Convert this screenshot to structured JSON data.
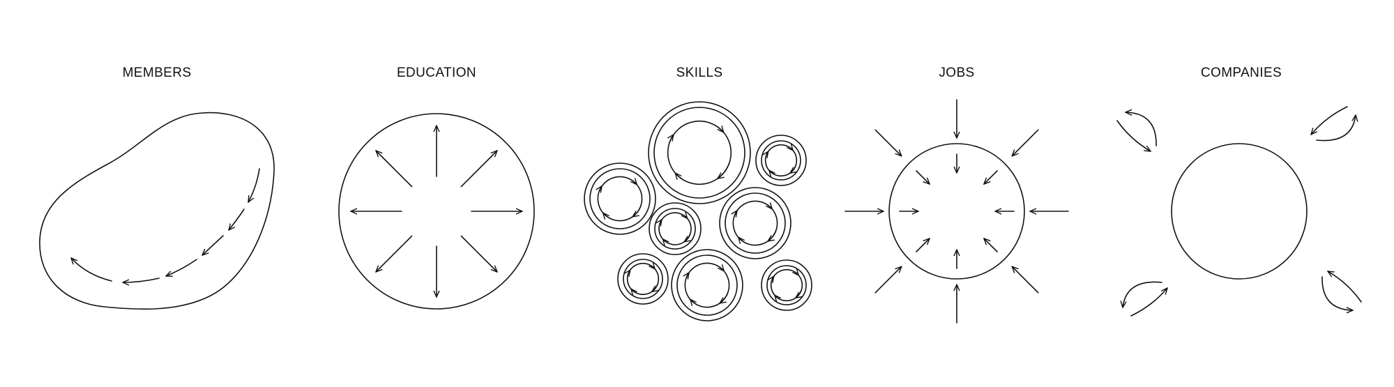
{
  "colors": {
    "background": "#ffffff",
    "ink": "#111111"
  },
  "panels": [
    {
      "id": "members",
      "title": "MEMBERS",
      "icon": "blob-with-curved-arrows-icon"
    },
    {
      "id": "education",
      "title": "EDUCATION",
      "icon": "circle-radiating-arrows-icon"
    },
    {
      "id": "skills",
      "title": "SKILLS",
      "icon": "cycle-circles-cluster-icon"
    },
    {
      "id": "jobs",
      "title": "JOBS",
      "icon": "circle-converging-arrows-icon"
    },
    {
      "id": "companies",
      "title": "COMPANIES",
      "icon": "circle-exchange-arrows-icon"
    }
  ]
}
